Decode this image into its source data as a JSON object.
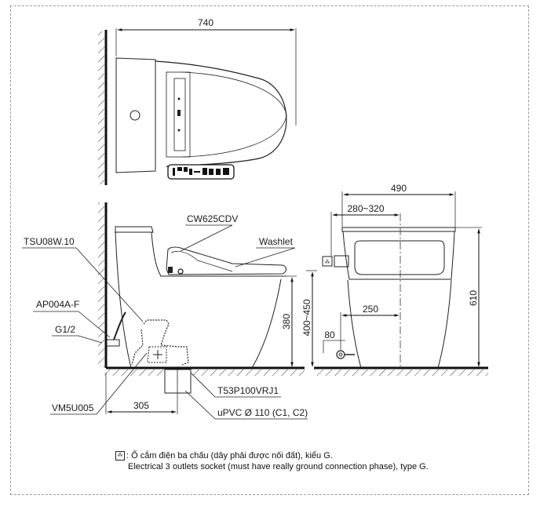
{
  "drawing": {
    "top_view": {
      "width_dim": "740"
    },
    "side_view": {
      "labels": {
        "bowl_model": "CW625CDV",
        "seat": "Washlet",
        "stop_valve": "TSU08W.10",
        "hose": "AP004A-F",
        "thread": "G1/2",
        "flange_ring": "VM5U005",
        "drain_adapter": "T53P100VRJ1",
        "drain_pipe": "uPVC Ø 110 (C1, C2)"
      },
      "dims": {
        "drain_offset": "305",
        "seat_height": "380",
        "socket_height": "400~450"
      }
    },
    "front_view": {
      "dims": {
        "width": "490",
        "socket_offset": "280~320",
        "valve_offset": "250",
        "valve_height": "80",
        "total_height": "610",
        "socket_height": "400~450"
      }
    }
  },
  "note": {
    "icon": "socket-icon",
    "vi": ": Ổ cắm điện ba chấu (dây phải được nối đất), kiểu G.",
    "en": "Electrical 3 outlets socket (must have really ground connection phase), type G."
  }
}
